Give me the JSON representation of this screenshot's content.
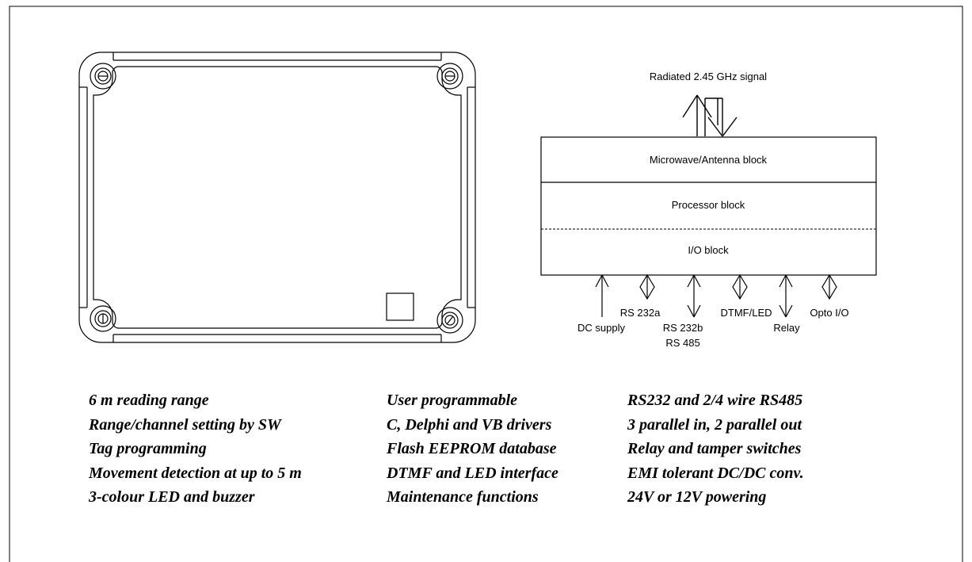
{
  "block_diagram": {
    "signal_label": "Radiated 2.45 GHz signal",
    "blocks": [
      "Microwave/Antenna block",
      "Processor block",
      "I/O block"
    ],
    "interfaces": {
      "dc_supply": "DC supply",
      "rs232a": "RS 232a",
      "rs232b": "RS 232b",
      "rs485": "RS 485",
      "dtmf_led": "DTMF/LED",
      "relay": "Relay",
      "opto_io": "Opto I/O"
    }
  },
  "features": {
    "col1": [
      "6 m reading range",
      "Range/channel setting by SW",
      "Tag programming",
      "Movement detection at up to 5 m",
      "3-colour LED and buzzer"
    ],
    "col2": [
      "User programmable",
      "C, Delphi and VB drivers",
      "Flash EEPROM database",
      "DTMF and LED interface",
      "Maintenance functions"
    ],
    "col3": [
      "RS232 and 2/4 wire RS485",
      "3 parallel in, 2 parallel out",
      "Relay and tamper switches",
      "EMI tolerant DC/DC conv.",
      "24V or 12V powering"
    ]
  }
}
